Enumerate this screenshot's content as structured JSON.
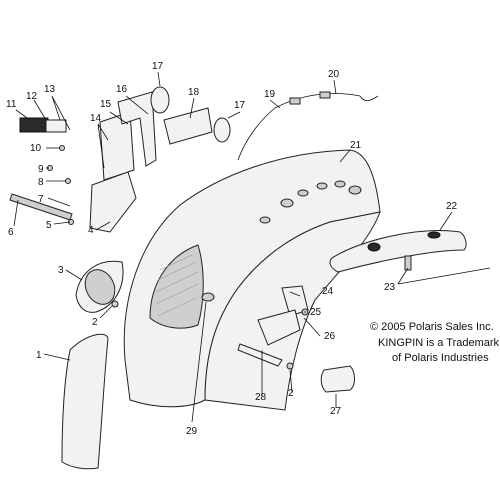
{
  "diagram": {
    "callouts": [
      "1",
      "2",
      "3",
      "4",
      "5",
      "6",
      "7",
      "8",
      "9",
      "10",
      "11",
      "12",
      "13",
      "14",
      "15",
      "16",
      "17",
      "18",
      "19",
      "20",
      "21",
      "22",
      "23",
      "24",
      "25",
      "26",
      "27",
      "28",
      "29"
    ],
    "repeated_labels": {
      "2": "2",
      "17": "17"
    },
    "copyright_lines": [
      "© 2005 Polaris Sales Inc.",
      "KINGPIN is a Trademark",
      "of Polaris Industries"
    ]
  }
}
